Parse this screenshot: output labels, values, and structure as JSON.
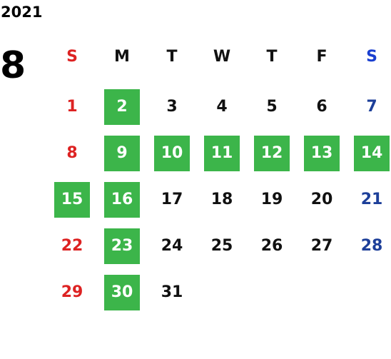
{
  "calendar": {
    "year": "2021",
    "month": "8",
    "weekdays": [
      {
        "label": "S",
        "color": "#dd2222"
      },
      {
        "label": "M",
        "color": "#111111"
      },
      {
        "label": "T",
        "color": "#111111"
      },
      {
        "label": "W",
        "color": "#111111"
      },
      {
        "label": "T",
        "color": "#111111"
      },
      {
        "label": "F",
        "color": "#111111"
      },
      {
        "label": "S",
        "color": "#1a3fd0"
      }
    ],
    "colors": {
      "sunday": "#dd2222",
      "saturday": "#1d3f99",
      "weekday": "#111111",
      "highlight_bg": "#3cb54a",
      "highlight_text": "#ffffff"
    },
    "weeks": [
      [
        {
          "day": "1",
          "hl": false
        },
        {
          "day": "2",
          "hl": true
        },
        {
          "day": "3",
          "hl": false
        },
        {
          "day": "4",
          "hl": false
        },
        {
          "day": "5",
          "hl": false
        },
        {
          "day": "6",
          "hl": false
        },
        {
          "day": "7",
          "hl": false
        }
      ],
      [
        {
          "day": "8",
          "hl": false
        },
        {
          "day": "9",
          "hl": true
        },
        {
          "day": "10",
          "hl": true
        },
        {
          "day": "11",
          "hl": true
        },
        {
          "day": "12",
          "hl": true
        },
        {
          "day": "13",
          "hl": true
        },
        {
          "day": "14",
          "hl": true
        }
      ],
      [
        {
          "day": "15",
          "hl": true
        },
        {
          "day": "16",
          "hl": true
        },
        {
          "day": "17",
          "hl": false
        },
        {
          "day": "18",
          "hl": false
        },
        {
          "day": "19",
          "hl": false
        },
        {
          "day": "20",
          "hl": false
        },
        {
          "day": "21",
          "hl": false
        }
      ],
      [
        {
          "day": "22",
          "hl": false
        },
        {
          "day": "23",
          "hl": true
        },
        {
          "day": "24",
          "hl": false
        },
        {
          "day": "25",
          "hl": false
        },
        {
          "day": "26",
          "hl": false
        },
        {
          "day": "27",
          "hl": false
        },
        {
          "day": "28",
          "hl": false
        }
      ],
      [
        {
          "day": "29",
          "hl": false
        },
        {
          "day": "30",
          "hl": true
        },
        {
          "day": "31",
          "hl": false
        },
        null,
        null,
        null,
        null
      ]
    ]
  }
}
